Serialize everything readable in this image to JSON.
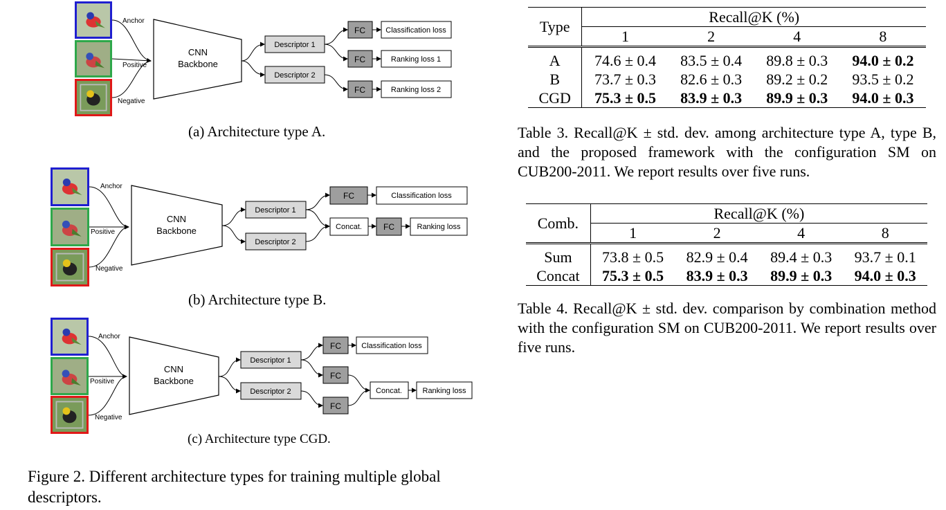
{
  "figure2": {
    "diagram_a": {
      "image_labels": [
        "Anchor",
        "Positive",
        "Negative"
      ],
      "backbone": [
        "CNN",
        "Backbone"
      ],
      "descriptors": [
        "Descriptor 1",
        "Descriptor 2"
      ],
      "fc": "FC",
      "losses": [
        "Classification loss",
        "Ranking loss 1",
        "Ranking loss 2"
      ],
      "caption": "(a) Architecture type A."
    },
    "diagram_b": {
      "image_labels": [
        "Anchor",
        "Positive",
        "Negative"
      ],
      "backbone": [
        "CNN",
        "Backbone"
      ],
      "descriptors": [
        "Descriptor 1",
        "Descriptor 2"
      ],
      "fc": "FC",
      "concat": "Concat.",
      "losses": [
        "Classification loss",
        "Ranking loss"
      ],
      "caption": "(b) Architecture type B."
    },
    "diagram_c": {
      "image_labels": [
        "Anchor",
        "Positive",
        "Negative"
      ],
      "backbone": [
        "CNN",
        "Backbone"
      ],
      "descriptors": [
        "Descriptor 1",
        "Descriptor 2"
      ],
      "fc": "FC",
      "concat": "Concat.",
      "losses": [
        "Classification loss",
        "Ranking loss"
      ],
      "caption": "(c) Architecture type CGD."
    },
    "caption": "Figure 2. Different architecture types for training multiple global descriptors.",
    "colors": {
      "anchor": "#1f1fd0",
      "positive": "#2ea84a",
      "negative": "#e01818",
      "box_light": "#d9d9d9",
      "box_dark": "#9e9e9e"
    }
  },
  "table3": {
    "col_type": "Type",
    "group_header": "Recall@K (%)",
    "k_values": [
      "1",
      "2",
      "4",
      "8"
    ],
    "rows": [
      {
        "label": "A",
        "cells": [
          "74.6 ± 0.4",
          "83.5 ± 0.4",
          "89.8 ± 0.3",
          "94.0 ± 0.2"
        ]
      },
      {
        "label": "B",
        "cells": [
          "73.7 ± 0.3",
          "82.6 ± 0.3",
          "89.2 ± 0.2",
          "93.5 ± 0.2"
        ]
      },
      {
        "label": "CGD",
        "cells": [
          "75.3 ± 0.5",
          "83.9 ± 0.3",
          "89.9 ± 0.3",
          "94.0 ± 0.3"
        ]
      }
    ],
    "caption": "Table 3. Recall@K ± std. dev. among architecture type A, type B, and the proposed framework with the configuration SM on CUB200-2011. We report results over five runs."
  },
  "table4": {
    "col_type": "Comb.",
    "group_header": "Recall@K (%)",
    "k_values": [
      "1",
      "2",
      "4",
      "8"
    ],
    "rows": [
      {
        "label": "Sum",
        "cells": [
          "73.8 ± 0.5",
          "82.9 ± 0.4",
          "89.4 ± 0.3",
          "93.7 ± 0.1"
        ]
      },
      {
        "label": "Concat",
        "cells": [
          "75.3 ± 0.5",
          "83.9 ± 0.3",
          "89.9 ± 0.3",
          "94.0 ± 0.3"
        ]
      }
    ],
    "caption": "Table 4. Recall@K ± std. dev. comparison by combination method with the configuration SM on CUB200-2011. We report results over five runs."
  }
}
